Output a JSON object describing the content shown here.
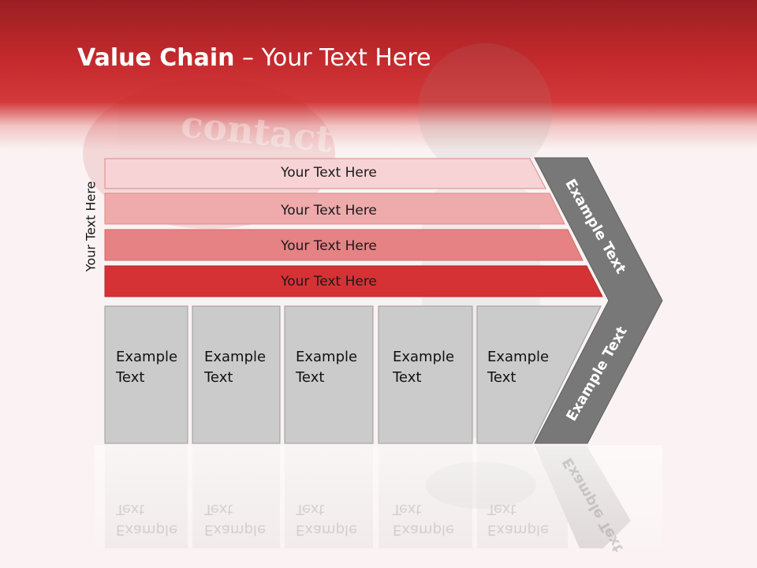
{
  "slide": {
    "title_bold": "Value Chain",
    "title_rest": " – Your Text Here",
    "vertical_label": "Your Text Here",
    "background_sign_text": "contact"
  },
  "bars": [
    {
      "label": "Your Text Here",
      "color": "#f7d3d5"
    },
    {
      "label": "Your Text Here",
      "color": "#efaaab"
    },
    {
      "label": "Your Text Here",
      "color": "#e68283"
    },
    {
      "label": "Your Text Here",
      "color": "#d53236"
    }
  ],
  "columns": [
    {
      "line1": "Example",
      "line2": "Text"
    },
    {
      "line1": "Example",
      "line2": "Text"
    },
    {
      "line1": "Example",
      "line2": "Text"
    },
    {
      "line1": "Example",
      "line2": "Text"
    },
    {
      "line1": "Example",
      "line2": "Text"
    }
  ],
  "chevron": {
    "upper_label": "Example Text",
    "lower_label": "Example Text",
    "color": "#787878"
  },
  "colors": {
    "header_red": "#c42a2d",
    "column_gray": "#cbcbcb"
  }
}
